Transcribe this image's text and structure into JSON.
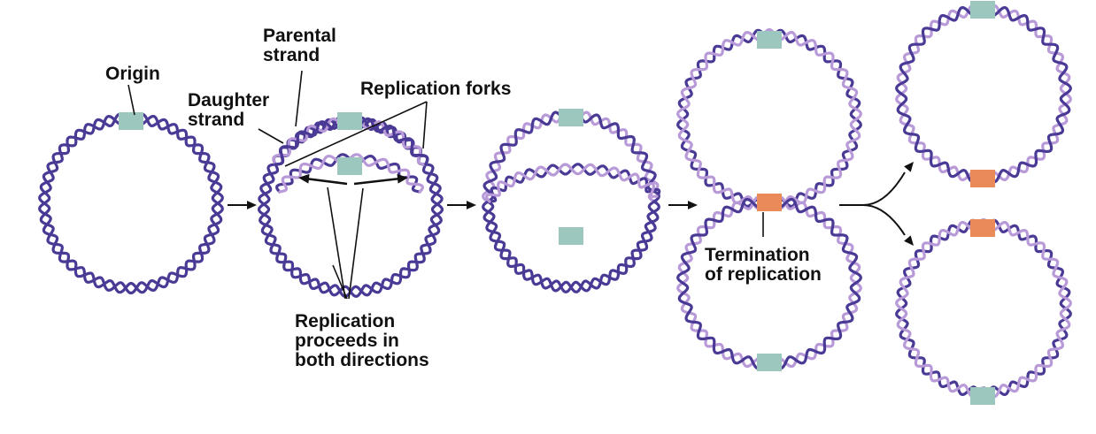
{
  "labels": {
    "origin": "Origin",
    "parental_strand": "Parental\nstrand",
    "daughter_strand": "Daughter\nstrand",
    "replication_forks": "Replication forks",
    "replication_proceeds": "Replication\nproceeds in\nboth directions",
    "termination": "Termination\nof replication"
  },
  "colors": {
    "parental": "#4a3a96",
    "daughter": "#b89ad8",
    "origin_box": "#9cc7bf",
    "termination_box": "#e98a58",
    "arrow": "#111111"
  }
}
